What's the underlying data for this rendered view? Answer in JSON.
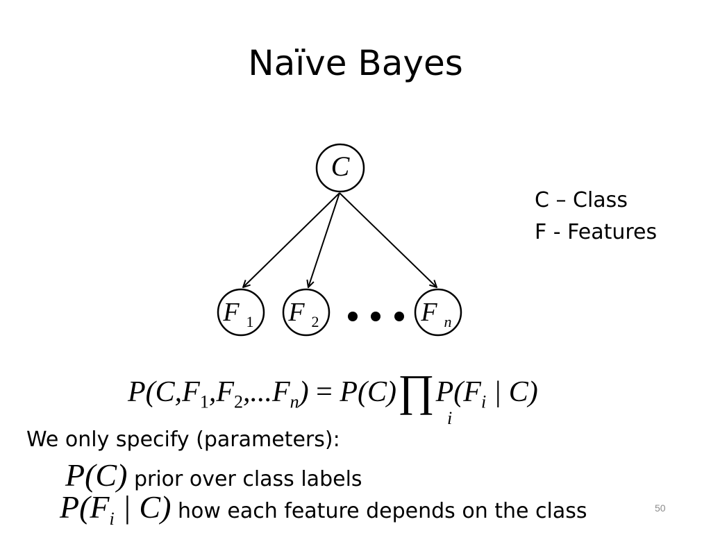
{
  "title": "Naïve Bayes",
  "diagram": {
    "nodes": [
      {
        "id": "C",
        "label": "C",
        "sub": ""
      },
      {
        "id": "F1",
        "label": "F",
        "sub": "1"
      },
      {
        "id": "F2",
        "label": "F",
        "sub": "2"
      },
      {
        "id": "Fn",
        "label": "F",
        "sub": "n"
      }
    ],
    "edges": [
      {
        "from": "C",
        "to": "F1"
      },
      {
        "from": "C",
        "to": "F2"
      },
      {
        "from": "C",
        "to": "Fn"
      }
    ],
    "ellipsis": "• • •"
  },
  "legend": {
    "line1": "C – Class",
    "line2": "F - Features"
  },
  "formula": {
    "lhs_prefix": "P(C,F",
    "sub1": "1",
    "mid1": ",F",
    "sub2": "2",
    "mid2": ",...F",
    "subn": "n",
    "lhs_close": ")",
    "equals": " = ",
    "rhs_pc": "P(C)",
    "product_symbol": "∏",
    "product_index": "i",
    "rhs_open": "P(F",
    "rhs_sub": "i",
    "rhs_close": " | C)"
  },
  "specify_text": "We only specify (parameters):",
  "params": [
    {
      "symbol": "P(C)",
      "description": "prior over class labels"
    },
    {
      "symbol_prefix": "P(F",
      "symbol_sub": "i",
      "symbol_suffix": " | C)",
      "description": "how each feature depends on the class"
    }
  ],
  "page_number": "50"
}
